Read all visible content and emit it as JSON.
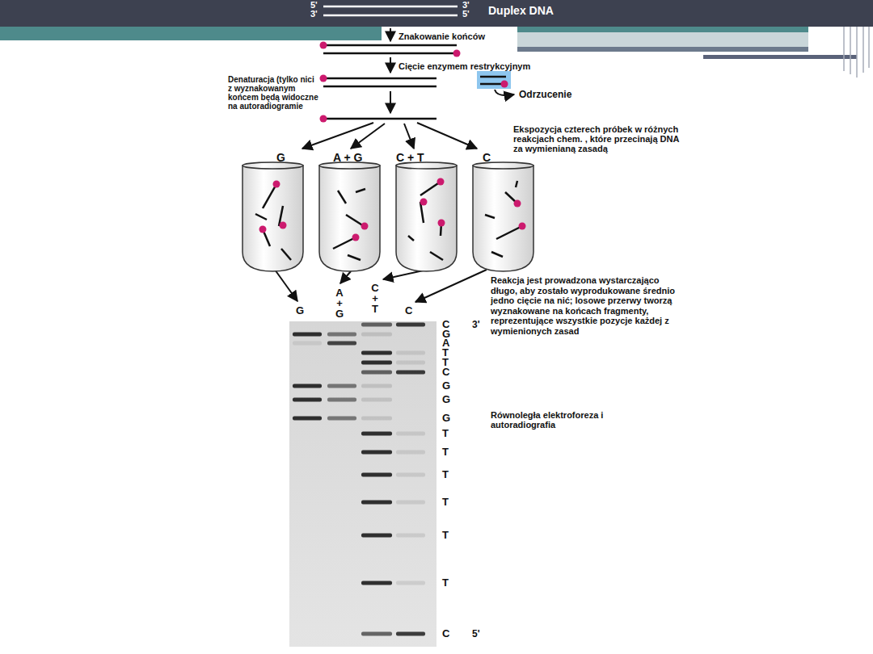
{
  "diagram": {
    "nodes": [
      {
        "text": [
          "5'",
          "3'",
          "Duplex DNA",
          "3'",
          "5'"
        ]
      }
    ],
    "labels": [
      "Znakowanie końców",
      "Cięcie enzymem restrykcyjnym",
      "Odrzucenie",
      "Denaturacja (tylko nici z wyznakowanym końcem będą widoczne na autoradiogramie",
      "G",
      "A + G",
      "C + T",
      "C",
      "Ekspozycja czterech próbek w różnych reakcjach chem. , które przecinają DNA za wymienianą zasadą",
      "Reakcja jest prowadzona wystarczająco długo, aby zostało wyprodukowane średnio jedno cięcie na nić; losowe przerwy tworzą wyznakowane na końcach fragmenty, reprezentujące wszystkie pozycje każdej z wymienionych zasad",
      "G",
      "A + G",
      "C + T",
      "C",
      "3'",
      "C",
      "G",
      "A",
      "T",
      "T",
      "C",
      "G",
      "G",
      "G",
      "T",
      "T",
      "T",
      "T",
      "T",
      "T",
      "C",
      "5'",
      "Równoległa elektroforeza i autoradiografia"
    ]
  }
}
